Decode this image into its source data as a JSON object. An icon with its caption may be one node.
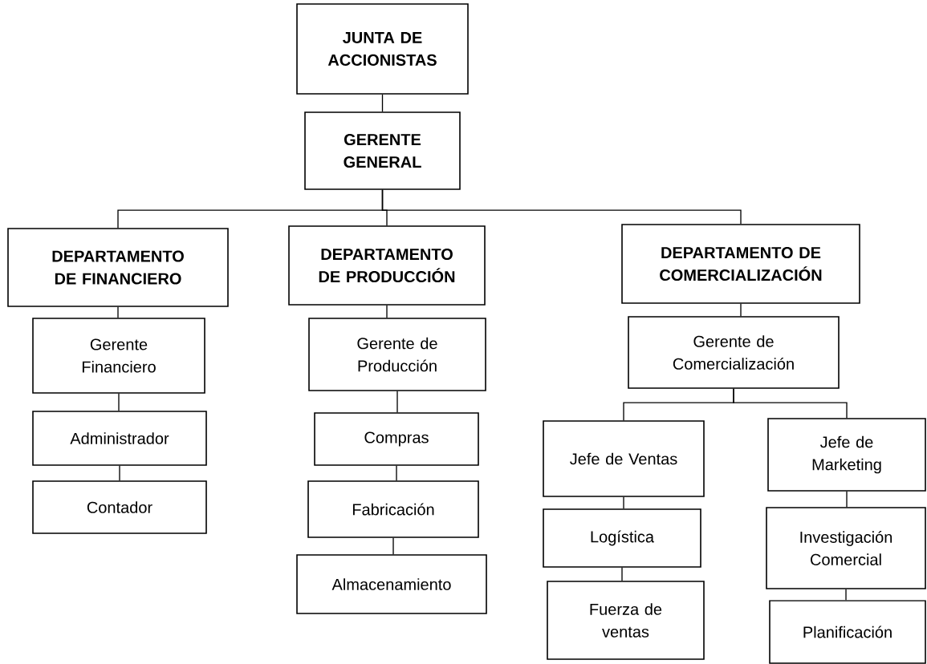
{
  "diagram": {
    "nodes": [
      {
        "text": [
          "JUNTA DE ACCIONISTAS"
        ]
      },
      {
        "text": [
          "GERENTE GENERAL"
        ]
      },
      {
        "text": [
          "DEPARTAMENTO DE FINANCIERO"
        ]
      },
      {
        "text": [
          "DEPARTAMENTO DE PRODUCCIÓN"
        ]
      },
      {
        "text": [
          "DEPARTAMENTO DE COMERCIALIZACIÓN"
        ]
      },
      {
        "text": [
          "Gerente Financiero"
        ]
      },
      {
        "text": [
          "Administrador"
        ]
      },
      {
        "text": [
          "Contador"
        ]
      },
      {
        "text": [
          "Gerente de Producción"
        ]
      },
      {
        "text": [
          "Compras"
        ]
      },
      {
        "text": [
          "Fabricación"
        ]
      },
      {
        "text": [
          "Almacenamiento"
        ]
      },
      {
        "text": [
          "Gerente de Comercialización"
        ]
      },
      {
        "text": [
          "Jefe de Ventas"
        ]
      },
      {
        "text": [
          "Jefe de Marketing"
        ]
      },
      {
        "text": [
          "Logística"
        ]
      },
      {
        "text": [
          "Fuerza de ventas"
        ]
      },
      {
        "text": [
          "Investigación Comercial"
        ]
      },
      {
        "text": [
          "Planificación"
        ]
      }
    ],
    "edges": [
      {
        "from": 0,
        "to": 1,
        "arrow": "none"
      },
      {
        "from": 1,
        "to": 2,
        "arrow": "none"
      },
      {
        "from": 1,
        "to": 3,
        "arrow": "none"
      },
      {
        "from": 1,
        "to": 4,
        "arrow": "none"
      },
      {
        "from": 2,
        "to": 5,
        "arrow": "none"
      },
      {
        "from": 5,
        "to": 6,
        "arrow": "none"
      },
      {
        "from": 6,
        "to": 7,
        "arrow": "none"
      },
      {
        "from": 3,
        "to": 8,
        "arrow": "none"
      },
      {
        "from": 8,
        "to": 9,
        "arrow": "none"
      },
      {
        "from": 9,
        "to": 10,
        "arrow": "none"
      },
      {
        "from": 10,
        "to": 11,
        "arrow": "none"
      },
      {
        "from": 4,
        "to": 12,
        "arrow": "none"
      },
      {
        "from": 12,
        "to": 13,
        "arrow": "none"
      },
      {
        "from": 12,
        "to": 14,
        "arrow": "none"
      },
      {
        "from": 13,
        "to": 15,
        "arrow": "none"
      },
      {
        "from": 15,
        "to": 16,
        "arrow": "none"
      },
      {
        "from": 14,
        "to": 17,
        "arrow": "none"
      },
      {
        "from": 17,
        "to": 18,
        "arrow": "none"
      }
    ]
  }
}
